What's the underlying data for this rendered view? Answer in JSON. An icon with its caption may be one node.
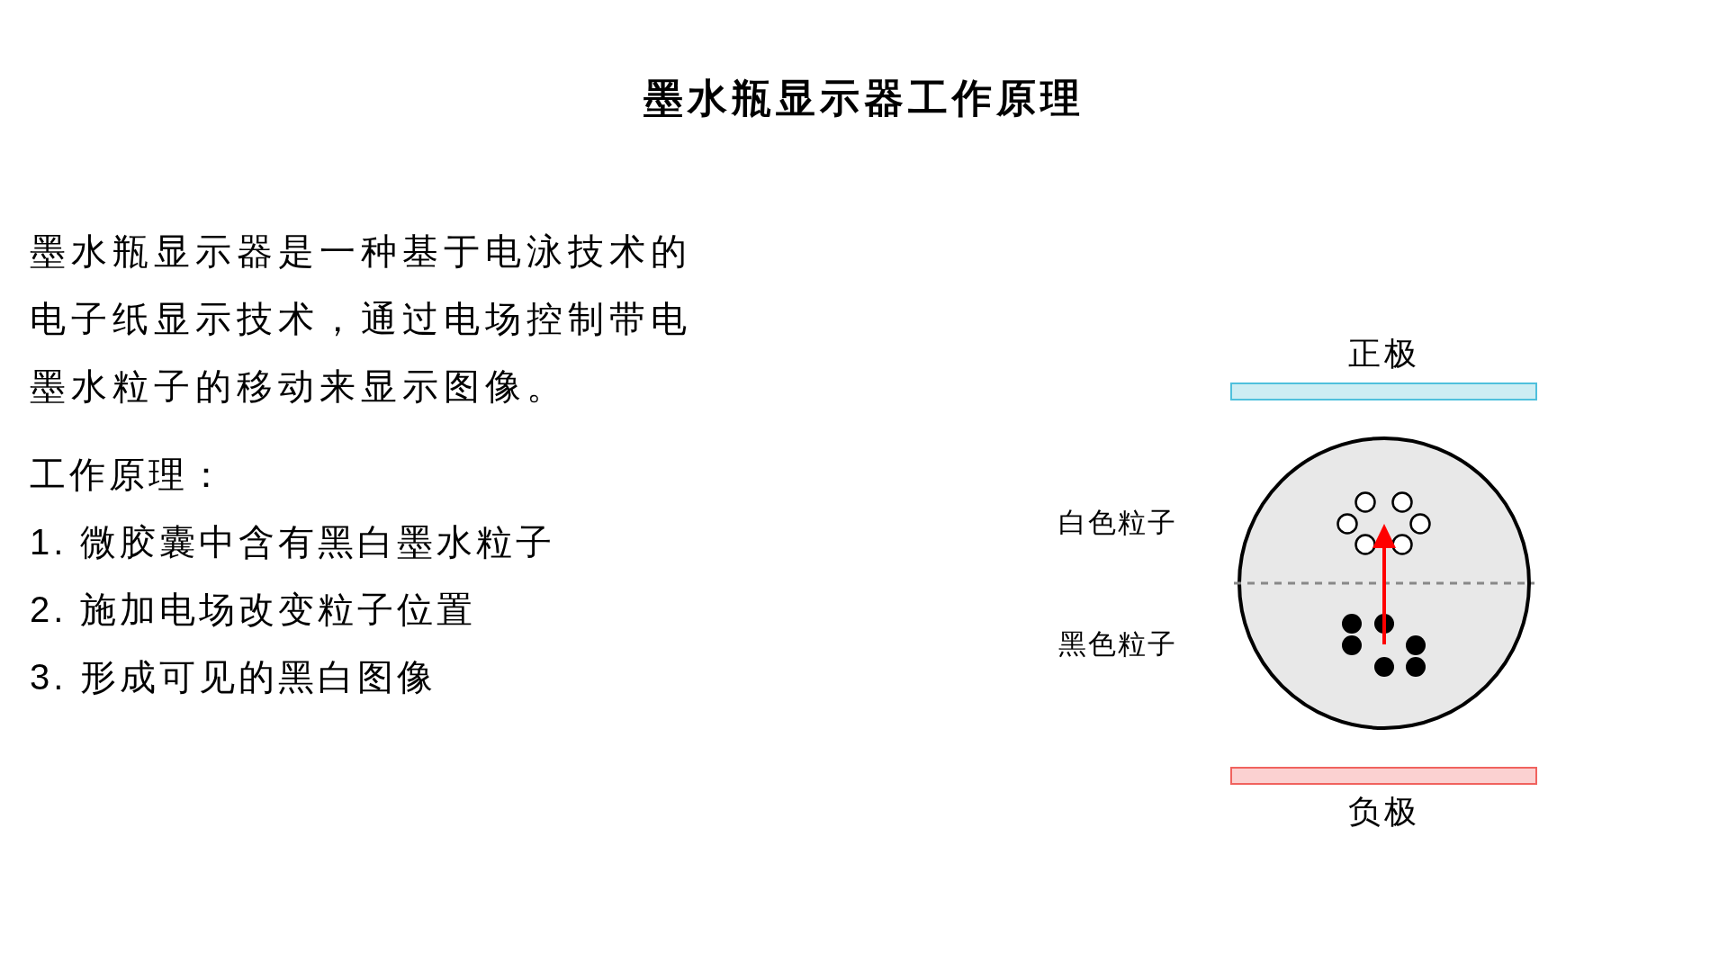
{
  "diagram": {
    "title": "墨水瓶显示器工作原理",
    "nodes": [
      {
        "text": [
          "正极"
        ]
      },
      {
        "text": [
          "负极"
        ]
      },
      {
        "text": [],
        "shape": "circle"
      }
    ],
    "labels": [
      "墨水瓶显示器是一种基于电泳技术的电子纸显示技术，通过电场控制带电墨水粒子的移动来显示图像。",
      "工作原理：",
      "1. 微胶囊中含有黑白墨水粒子",
      "2. 施加电场改变粒子位置",
      "3. 形成可见的黑白图像",
      "白色粒子",
      "黑色粒子"
    ]
  }
}
